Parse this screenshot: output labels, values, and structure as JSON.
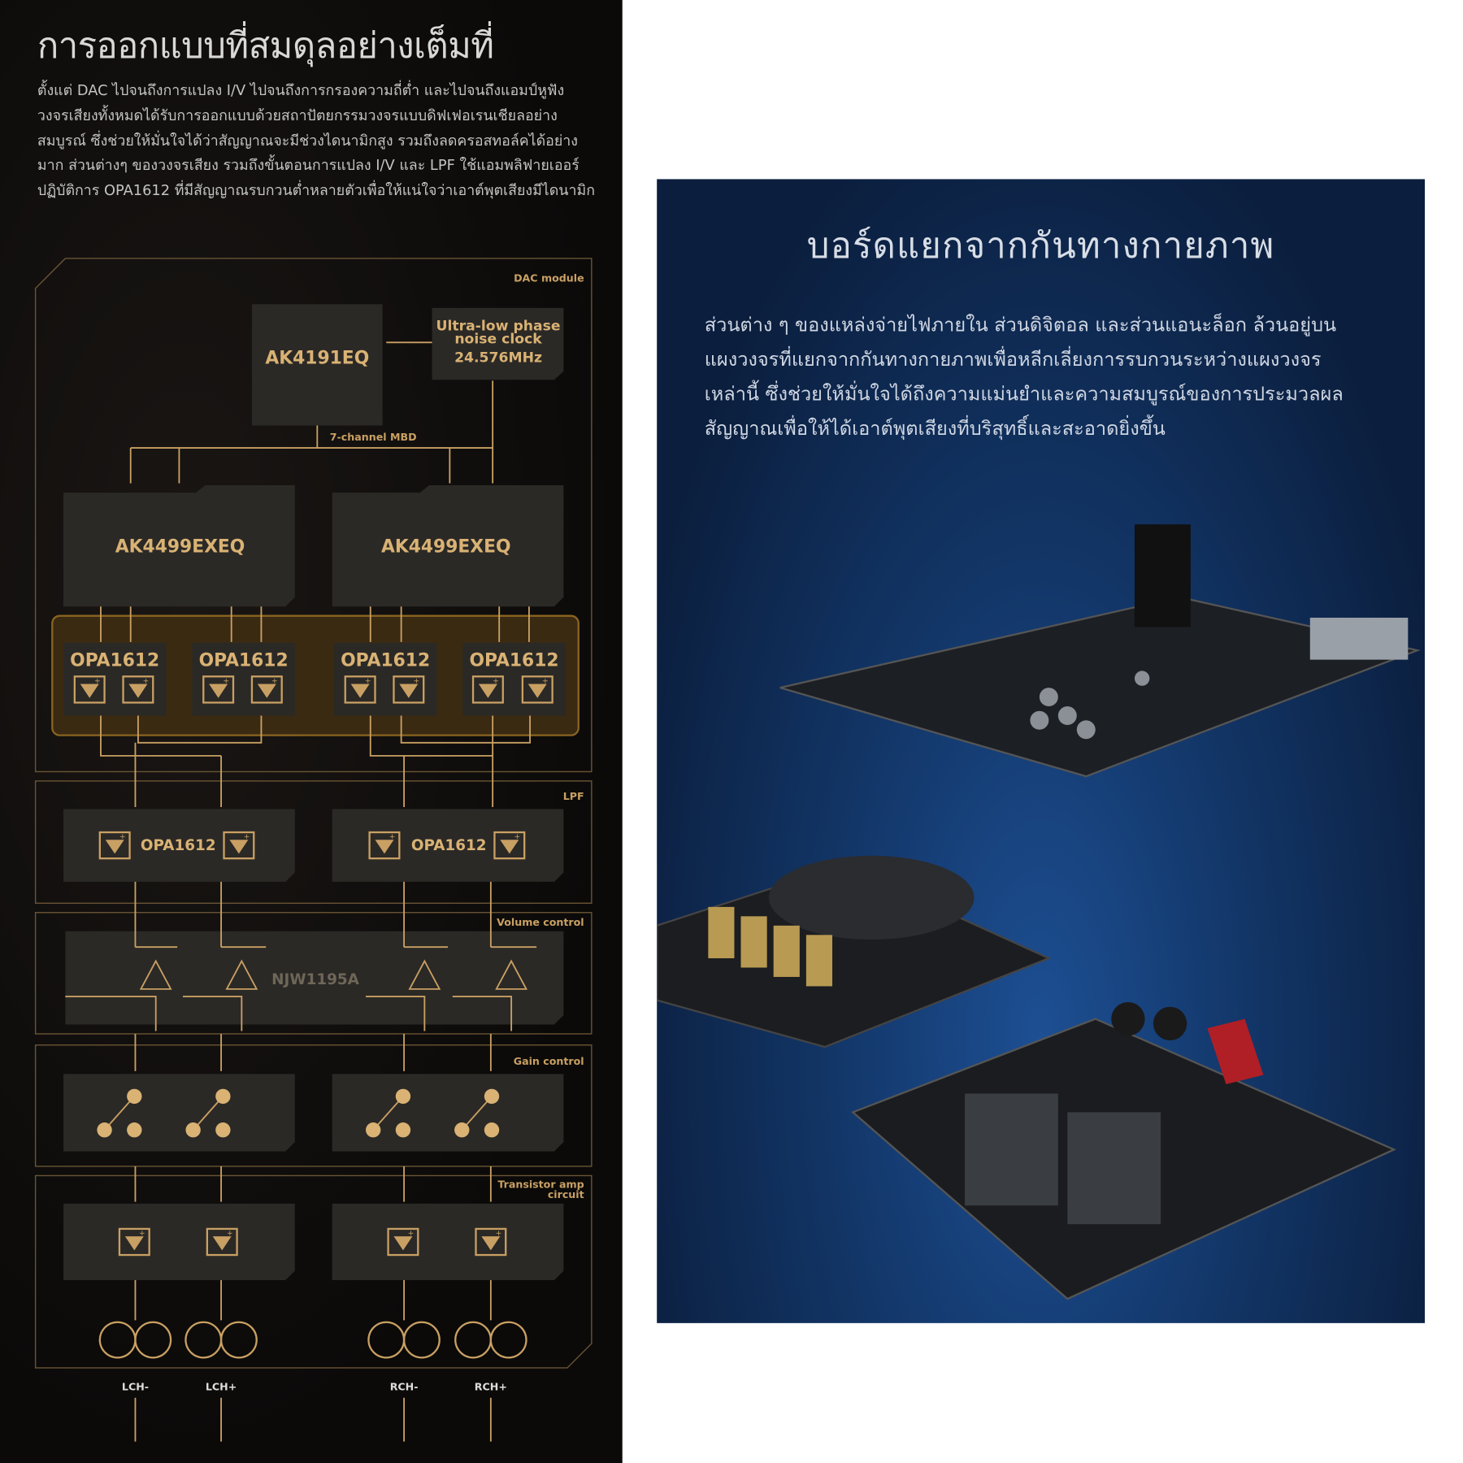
{
  "left_panel": {
    "title": "การออกแบบที่สมดุลอย่างเต็มที่",
    "paragraph": [
      "ตั้งแต่ DAC ไปจนถึงการแปลง I/V ไปจนถึงการกรองความถี่ต่ำ และไปจนถึงแอมป์หูฟัง",
      "วงจรเสียงทั้งหมดได้รับการออกแบบด้วยสถาปัตยกรรมวงจรแบบดิฟเฟอเรนเชียลอย่าง",
      "สมบูรณ์ ซึ่งช่วยให้มั่นใจได้ว่าสัญญาณจะมีช่วงไดนามิกสูง รวมถึงลดครอสทอล์คได้อย่าง",
      "มาก ส่วนต่างๆ ของวงจรเสียง รวมถึงขั้นตอนการแปลง I/V และ LPF ใช้แอมพลิฟายเออร์",
      "ปฏิบัติการ OPA1612 ที่มีสัญญาณรบกวนต่ำหลายตัวเพื่อให้แน่ใจว่าเอาต์พุตเสียงมีไดนามิก"
    ],
    "diagram": {
      "section_dac": "DAC module",
      "clock_chip": "AK4191EQ",
      "clock_lines": [
        "Ultra-low phase",
        "noise clock",
        "24.576MHz"
      ],
      "mbd_label": "7-channel MBD",
      "dac_left": "AK4499EXEQ",
      "dac_right": "AK4499EXEQ",
      "iv_opamps": [
        "OPA1612",
        "OPA1612",
        "OPA1612",
        "OPA1612"
      ],
      "section_lpf": "LPF",
      "lpf_opamps": [
        "OPA1612",
        "OPA1612"
      ],
      "section_volume": "Volume control",
      "volume_chip": "NJW1195A",
      "section_gain": "Gain control",
      "section_amp": [
        "Transistor amp",
        "circuit"
      ],
      "outputs": [
        "LCH-",
        "LCH+",
        "RCH-",
        "RCH+"
      ]
    },
    "accent": "#c9a063"
  },
  "right_panel": {
    "title": "บอร์ดแยกจากกันทางกายภาพ",
    "paragraph": [
      "ส่วนต่าง ๆ ของแหล่งจ่ายไฟภายใน ส่วนดิจิตอล และส่วนแอนะล็อก ล้วนอยู่บน",
      "แผงวงจรที่แยกจากกันทางกายภาพเพื่อหลีกเลี่ยงการรบกวนระหว่างแผงวงจร",
      "เหล่านี้ ซึ่งช่วยให้มั่นใจได้ถึงความแม่นยำและความสมบูรณ์ของการประมวลผล",
      "สัญญาณเพื่อให้ได้เอาต์พุตเสียงที่บริสุทธิ์และสะอาดยิ่งขึ้น"
    ]
  }
}
